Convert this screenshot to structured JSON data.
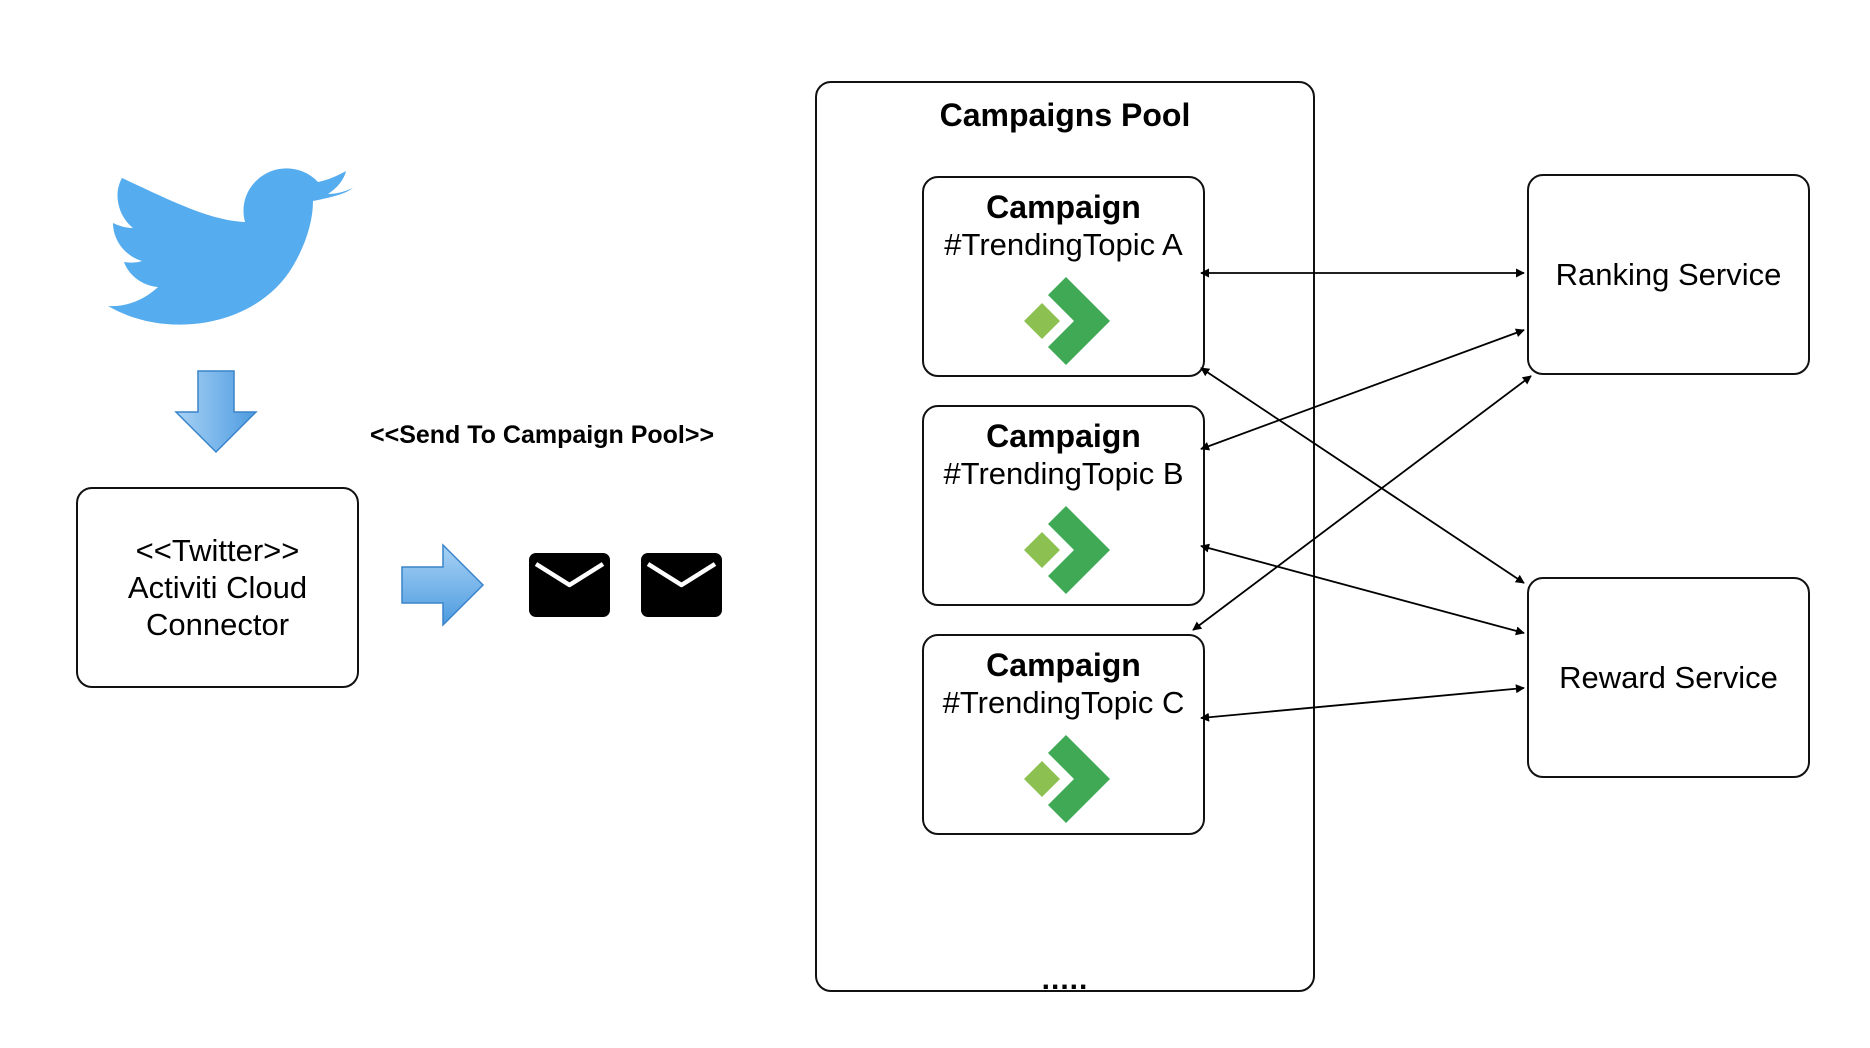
{
  "connector": {
    "line1": "<<Twitter>>",
    "line2": "Activiti Cloud",
    "line3": "Connector"
  },
  "send_label": "<<Send To Campaign Pool>>",
  "pool": {
    "title": "Campaigns Pool",
    "campaigns": [
      {
        "title": "Campaign",
        "topic": "#TrendingTopic A"
      },
      {
        "title": "Campaign",
        "topic": "#TrendingTopic B"
      },
      {
        "title": "Campaign",
        "topic": "#TrendingTopic C"
      }
    ],
    "more": "....."
  },
  "services": {
    "ranking": "Ranking Service",
    "reward": "Reward Service"
  },
  "colors": {
    "twitter_blue": "#55acee",
    "arrow_blue": "#6fb3ea",
    "icon_green_dark": "#3fa956",
    "icon_green_light": "#8cc152"
  },
  "icons": [
    "twitter-bird-icon",
    "down-arrow-icon",
    "right-arrow-icon",
    "envelope-icon",
    "activiti-logo-icon"
  ]
}
